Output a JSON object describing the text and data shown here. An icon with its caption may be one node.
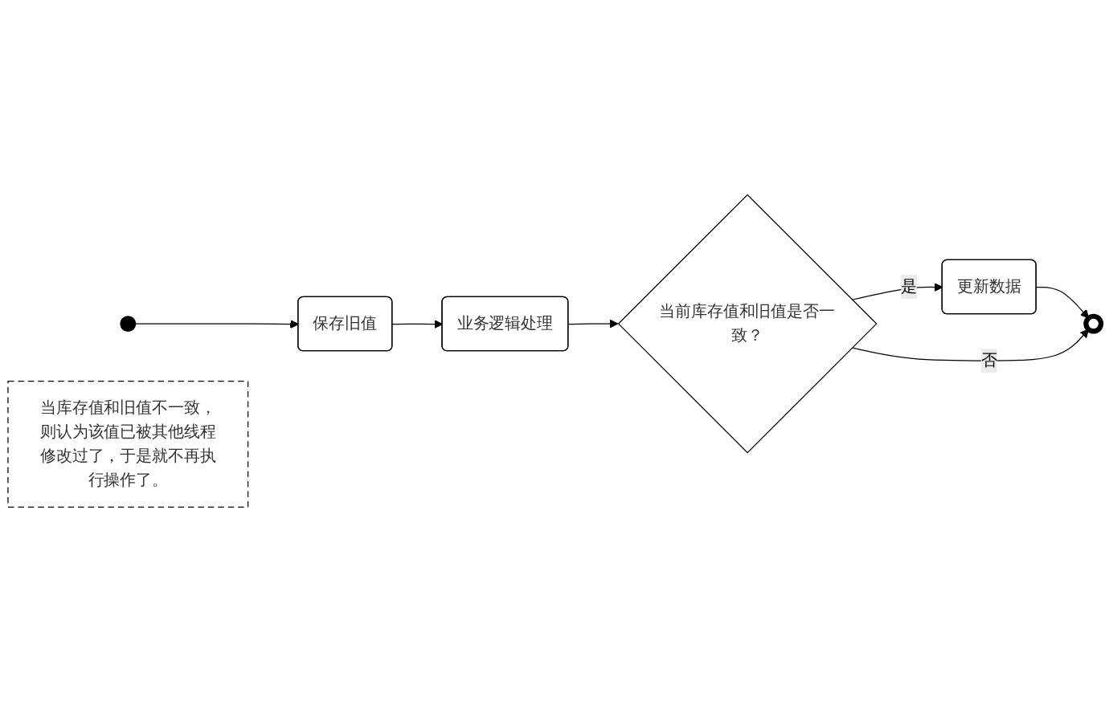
{
  "diagram": {
    "nodes": [
      {
        "text": [],
        "shape": "circle"
      },
      {
        "text": [
          "保存旧值"
        ]
      },
      {
        "text": [
          "业务逻辑处理"
        ]
      },
      {
        "text": [
          "当前库存值和旧值是否一致？"
        ]
      },
      {
        "text": [
          "更新数据"
        ]
      },
      {
        "text": [],
        "shape": "circle"
      },
      {
        "text": [
          "当库存值和旧值不一致，则认为该值已被其他线程修改过了，于是就不再执行操作了。"
        ]
      }
    ],
    "edges": [
      {
        "from": 0,
        "to": 1,
        "arrow": "to"
      },
      {
        "from": 1,
        "to": 2,
        "arrow": "to"
      },
      {
        "from": 2,
        "to": 3,
        "arrow": "to"
      },
      {
        "from": 3,
        "to": 4,
        "label": "是",
        "arrow": "to"
      },
      {
        "from": 4,
        "to": 5,
        "arrow": "to"
      },
      {
        "from": 3,
        "to": 5,
        "label": "否",
        "arrow": "to"
      }
    ]
  }
}
